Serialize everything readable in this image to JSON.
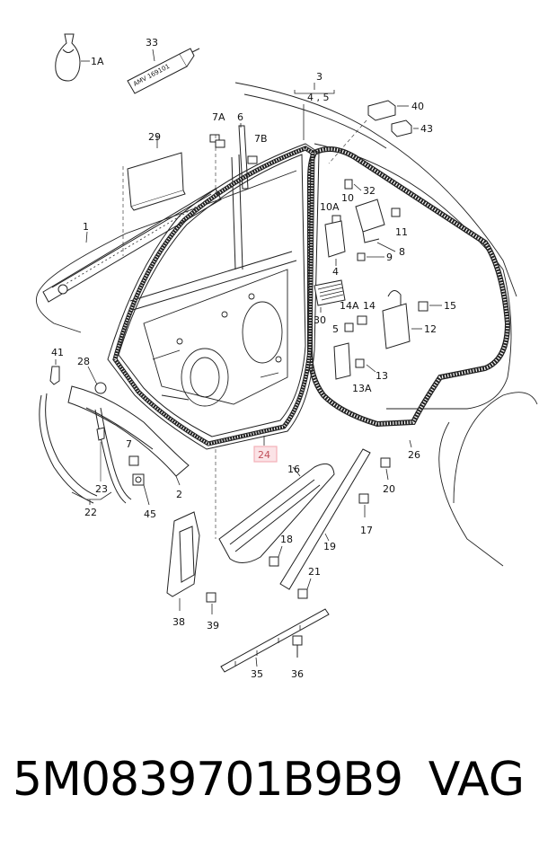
{
  "diagram": {
    "callouts": {
      "c1A": "1A",
      "c33": "33",
      "tube_text": "AMV 169101",
      "c3": "3",
      "c45": "4 , 5",
      "c40": "40",
      "c43": "43",
      "c29": "29",
      "c7A": "7A",
      "c6": "6",
      "c7B": "7B",
      "c32": "32",
      "c10": "10",
      "c10A": "10A",
      "c11": "11",
      "c8": "8",
      "c9": "9",
      "c4": "4",
      "c1": "1",
      "c30": "30",
      "c14": "14",
      "c14A": "14A",
      "c15": "15",
      "c5": "5",
      "c12": "12",
      "c13": "13",
      "c13A": "13A",
      "c41": "41",
      "c28": "28",
      "c24": "24",
      "c26": "26",
      "c7": "7",
      "c16": "16",
      "c20": "20",
      "c23": "23",
      "c2": "2",
      "c22": "22",
      "c45b": "45",
      "c17": "17",
      "c18": "18",
      "c19": "19",
      "c21": "21",
      "c38": "38",
      "c39": "39",
      "c35": "35",
      "c36": "36"
    },
    "highlight_color": "#f4b0b8"
  },
  "footer": {
    "part_number": "5M0839701B9B9",
    "brand": "VAG"
  }
}
